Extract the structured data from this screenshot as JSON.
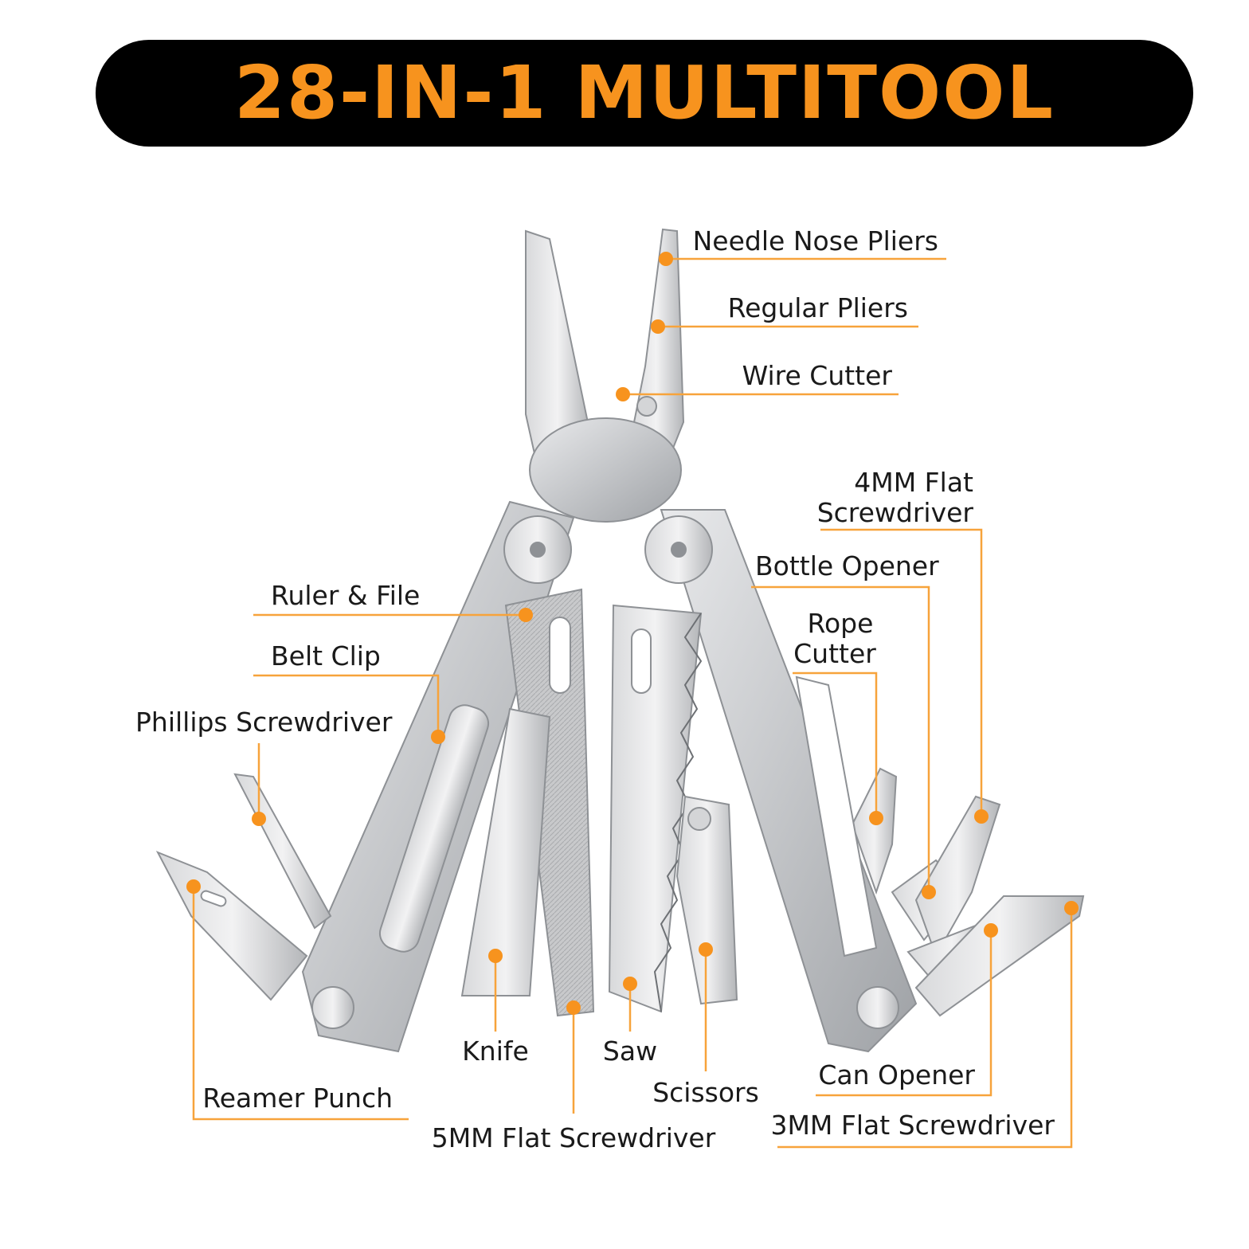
{
  "title": "28-IN-1 MULTITOOL",
  "colors": {
    "accent": "#F7931E",
    "banner": "#000000",
    "steel": "#C9CACC"
  },
  "callouts": {
    "needle_nose_pliers": "Needle Nose Pliers",
    "regular_pliers": "Regular Pliers",
    "wire_cutter": "Wire Cutter",
    "flat_4mm_line1": "4MM Flat",
    "flat_4mm_line2": "Screwdriver",
    "bottle_opener": "Bottle Opener",
    "rope_cutter_line1": "Rope",
    "rope_cutter_line2": "Cutter",
    "ruler_file": "Ruler & File",
    "belt_clip": "Belt Clip",
    "phillips_screwdriver": "Phillips Screwdriver",
    "knife": "Knife",
    "saw": "Saw",
    "scissors": "Scissors",
    "can_opener": "Can Opener",
    "flat_3mm": "3MM Flat Screwdriver",
    "reamer_punch": "Reamer Punch",
    "flat_5mm": "5MM Flat Screwdriver"
  }
}
